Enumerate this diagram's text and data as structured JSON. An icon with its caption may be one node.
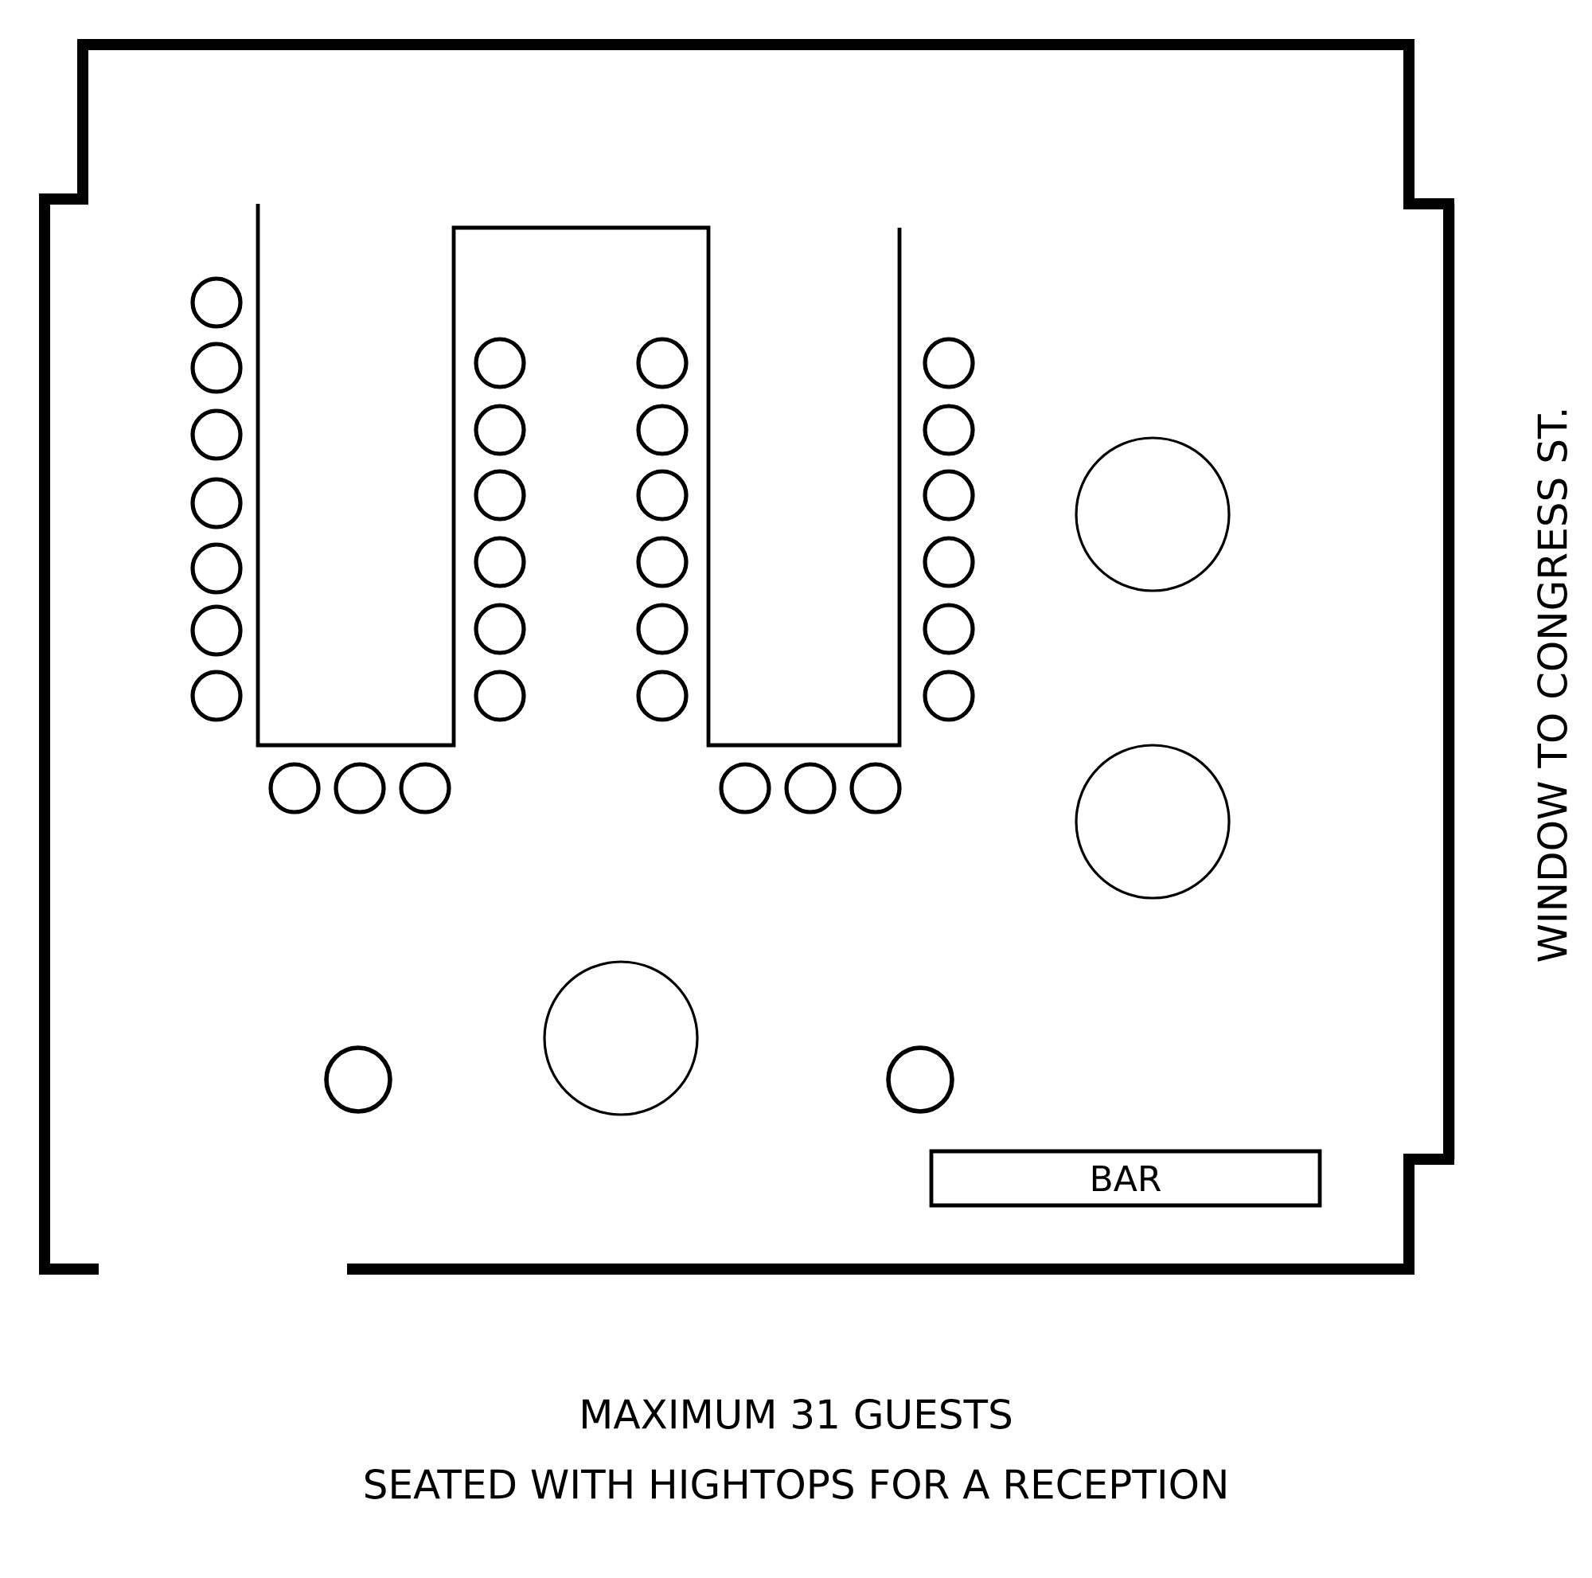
{
  "diagram": {
    "nodes": [
      {
        "text": [
          "BAR"
        ]
      }
    ],
    "labels": [
      "WINDOW TO CONGRESS ST.",
      "MAXIMUM 31 GUESTS",
      "SEATED WITH HIGHTOPS FOR A RECEPTION"
    ]
  }
}
